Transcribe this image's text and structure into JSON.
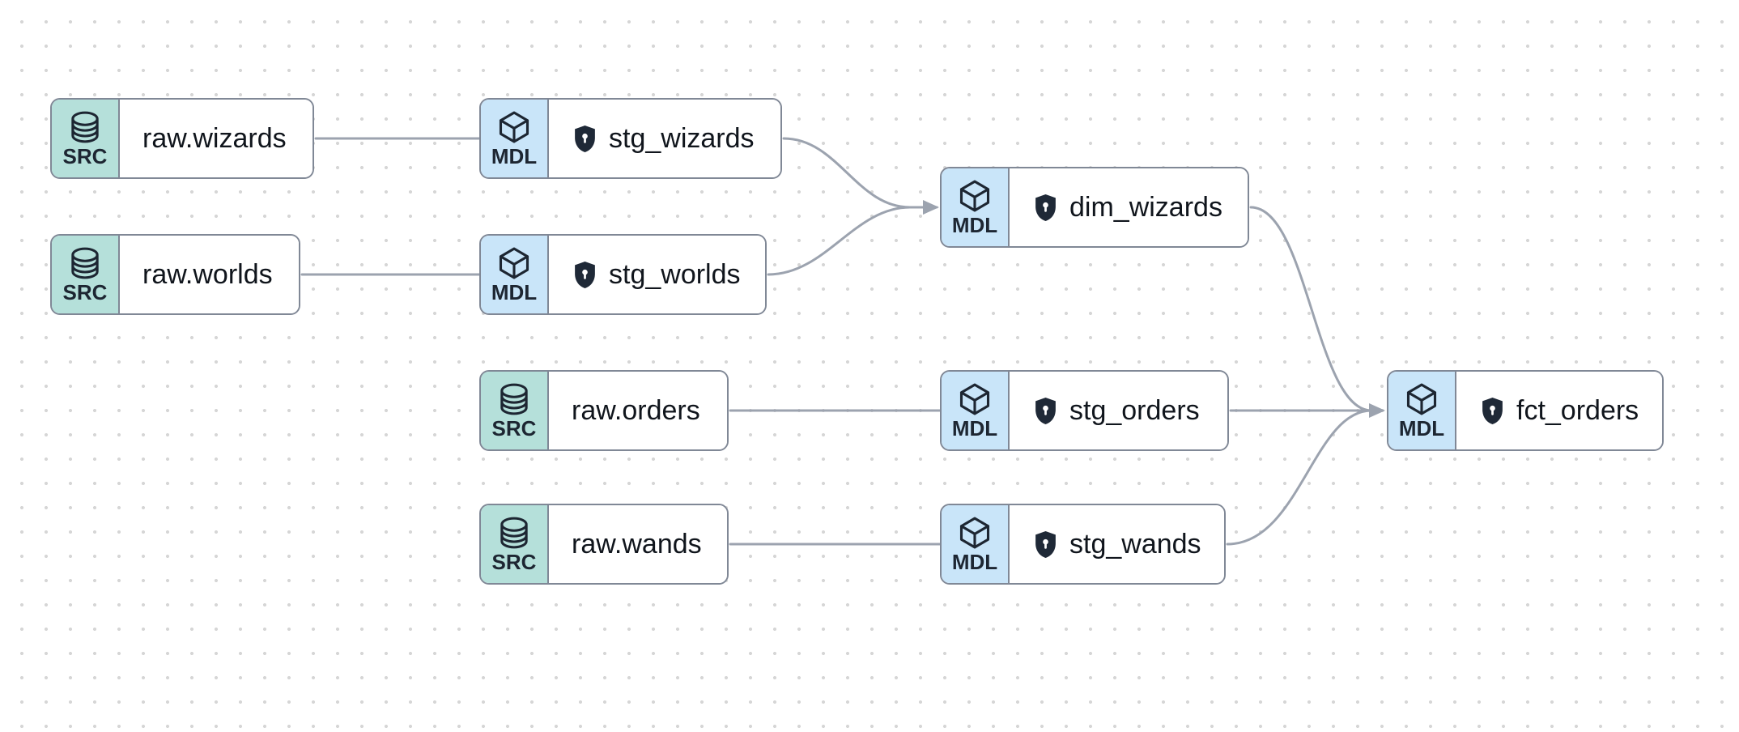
{
  "diagram": {
    "type": "data-lineage-graph",
    "background_dot_color": "#d6d6d6",
    "background_color": "#ffffff"
  },
  "palette": {
    "src_badge_bg": "#b5e0da",
    "mdl_badge_bg": "#c9e5f9",
    "node_border": "#808896",
    "edge_color": "#9ca3af",
    "text_color": "#10151c",
    "badge_text_color": "#1d2632",
    "shield_fill": "#1f2937"
  },
  "nodes": [
    {
      "id": "raw_wizards",
      "kind": "SRC",
      "label": "raw.wizards",
      "icon": "database-icon",
      "shield": false
    },
    {
      "id": "raw_worlds",
      "kind": "SRC",
      "label": "raw.worlds",
      "icon": "database-icon",
      "shield": false
    },
    {
      "id": "raw_orders",
      "kind": "SRC",
      "label": "raw.orders",
      "icon": "database-icon",
      "shield": false
    },
    {
      "id": "raw_wands",
      "kind": "SRC",
      "label": "raw.wands",
      "icon": "database-icon",
      "shield": false
    },
    {
      "id": "stg_wizards",
      "kind": "MDL",
      "label": "stg_wizards",
      "icon": "cube-icon",
      "shield": true
    },
    {
      "id": "stg_worlds",
      "kind": "MDL",
      "label": "stg_worlds",
      "icon": "cube-icon",
      "shield": true
    },
    {
      "id": "stg_orders",
      "kind": "MDL",
      "label": "stg_orders",
      "icon": "cube-icon",
      "shield": true
    },
    {
      "id": "stg_wands",
      "kind": "MDL",
      "label": "stg_wands",
      "icon": "cube-icon",
      "shield": true
    },
    {
      "id": "dim_wizards",
      "kind": "MDL",
      "label": "dim_wizards",
      "icon": "cube-icon",
      "shield": true
    },
    {
      "id": "fct_orders",
      "kind": "MDL",
      "label": "fct_orders",
      "icon": "cube-icon",
      "shield": true
    }
  ],
  "edges": [
    {
      "from": "raw.wizards",
      "to": "stg_wizards"
    },
    {
      "from": "raw.worlds",
      "to": "stg_worlds"
    },
    {
      "from": "raw.orders",
      "to": "stg_orders"
    },
    {
      "from": "raw.wands",
      "to": "stg_wands"
    },
    {
      "from": "stg_wizards",
      "to": "dim_wizards"
    },
    {
      "from": "stg_worlds",
      "to": "dim_wizards"
    },
    {
      "from": "dim_wizards",
      "to": "fct_orders"
    },
    {
      "from": "stg_orders",
      "to": "fct_orders"
    },
    {
      "from": "stg_wands",
      "to": "fct_orders"
    }
  ]
}
